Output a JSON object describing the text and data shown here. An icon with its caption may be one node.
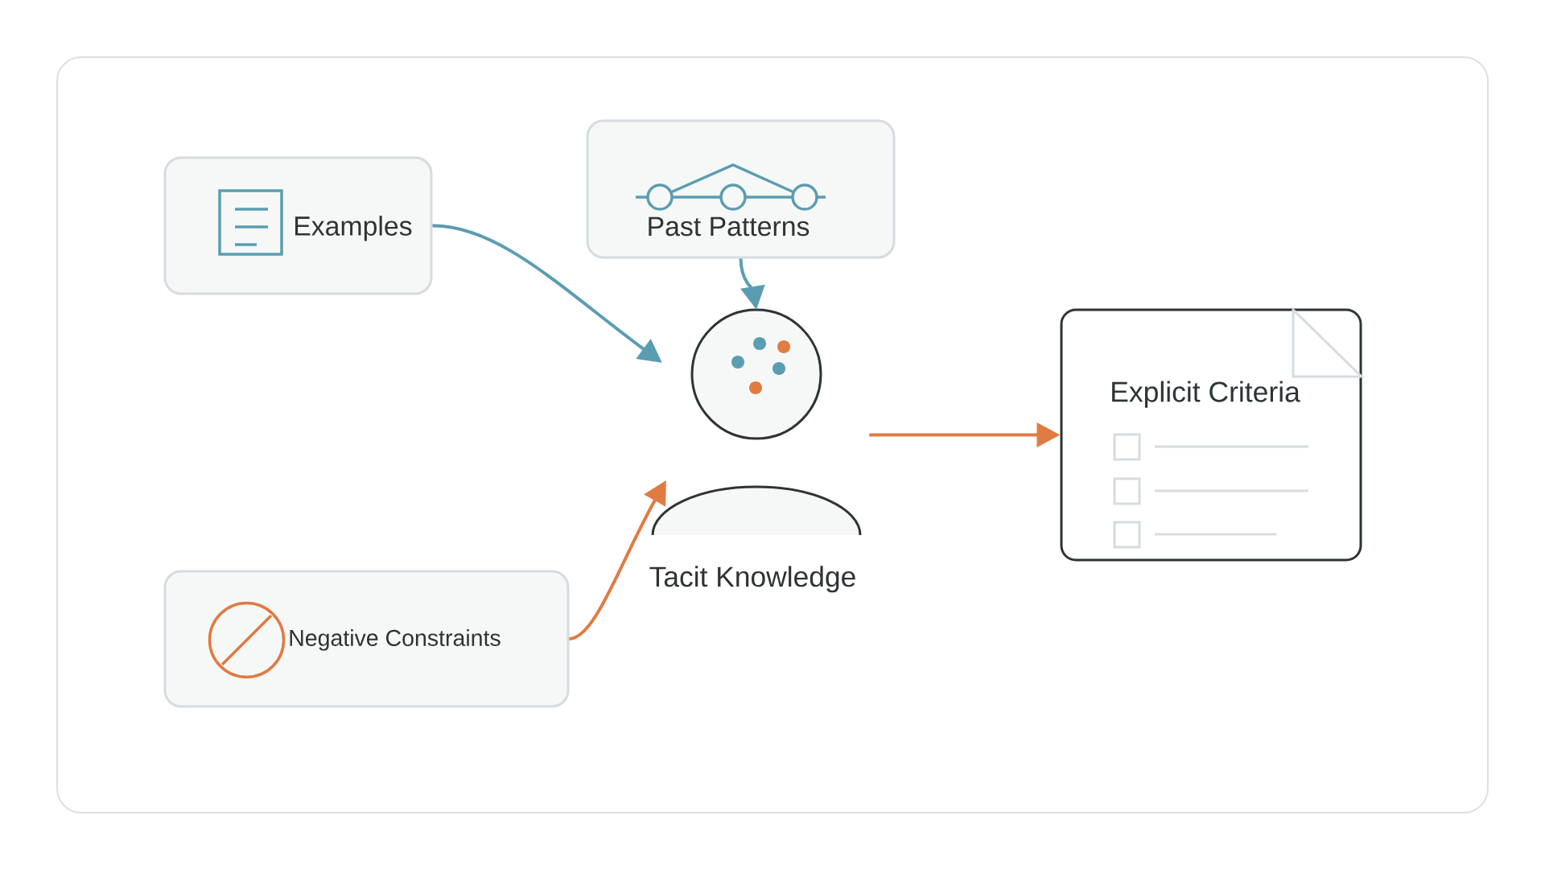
{
  "diagram": {
    "nodes": [
      {
        "text": [
          "Examples"
        ]
      },
      {
        "text": [
          "Past Patterns"
        ]
      },
      {
        "text": [
          "Tacit Knowledge"
        ]
      },
      {
        "text": [
          "Explicit Criteria"
        ]
      },
      {
        "text": [
          "Negative Constraints"
        ]
      }
    ],
    "edges": [
      {
        "from": 0,
        "to": 2,
        "arrow": "to",
        "color": "#5a9db1"
      },
      {
        "from": 1,
        "to": 2,
        "arrow": "to",
        "color": "#5a9db1"
      },
      {
        "from": 4,
        "to": 2,
        "arrow": "to",
        "color": "#e07b42"
      },
      {
        "from": 2,
        "to": 3,
        "arrow": "to",
        "color": "#e07b42"
      }
    ]
  }
}
